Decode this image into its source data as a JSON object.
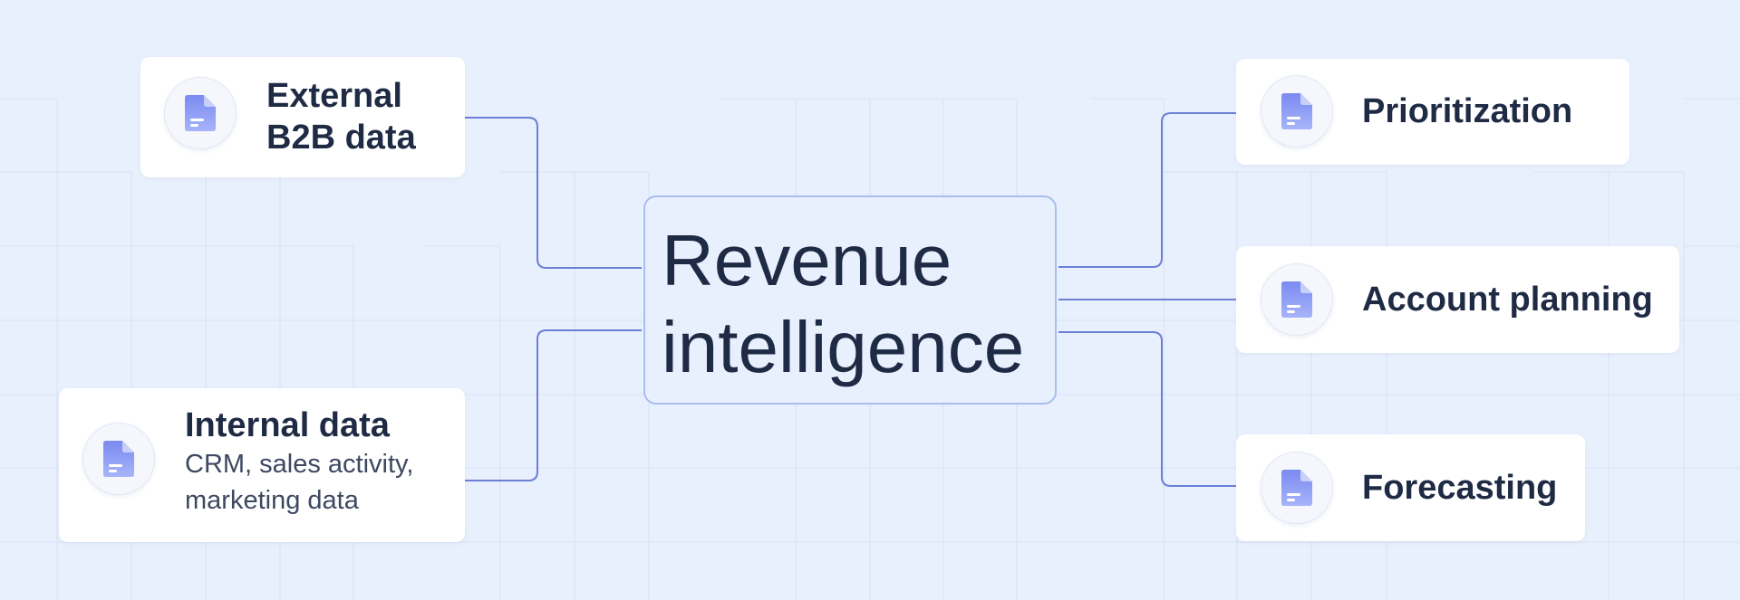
{
  "center": {
    "title": "Revenue\nintelligence"
  },
  "inputs": [
    {
      "title": "External\nB2B data",
      "subtitle": "",
      "icon": "document-icon"
    },
    {
      "title": "Internal data",
      "subtitle": "CRM, sales activity,\nmarketing data",
      "icon": "document-icon"
    }
  ],
  "outputs": [
    {
      "title": "Prioritization",
      "icon": "document-icon"
    },
    {
      "title": "Account planning",
      "icon": "document-icon"
    },
    {
      "title": "Forecasting",
      "icon": "document-icon"
    }
  ],
  "colors": {
    "background": "#e9f0fd",
    "connector": "#6b7fd6",
    "icon_gradient_start": "#7a8af0",
    "icon_gradient_end": "#a7b4fa",
    "text": "#1f2b45"
  }
}
